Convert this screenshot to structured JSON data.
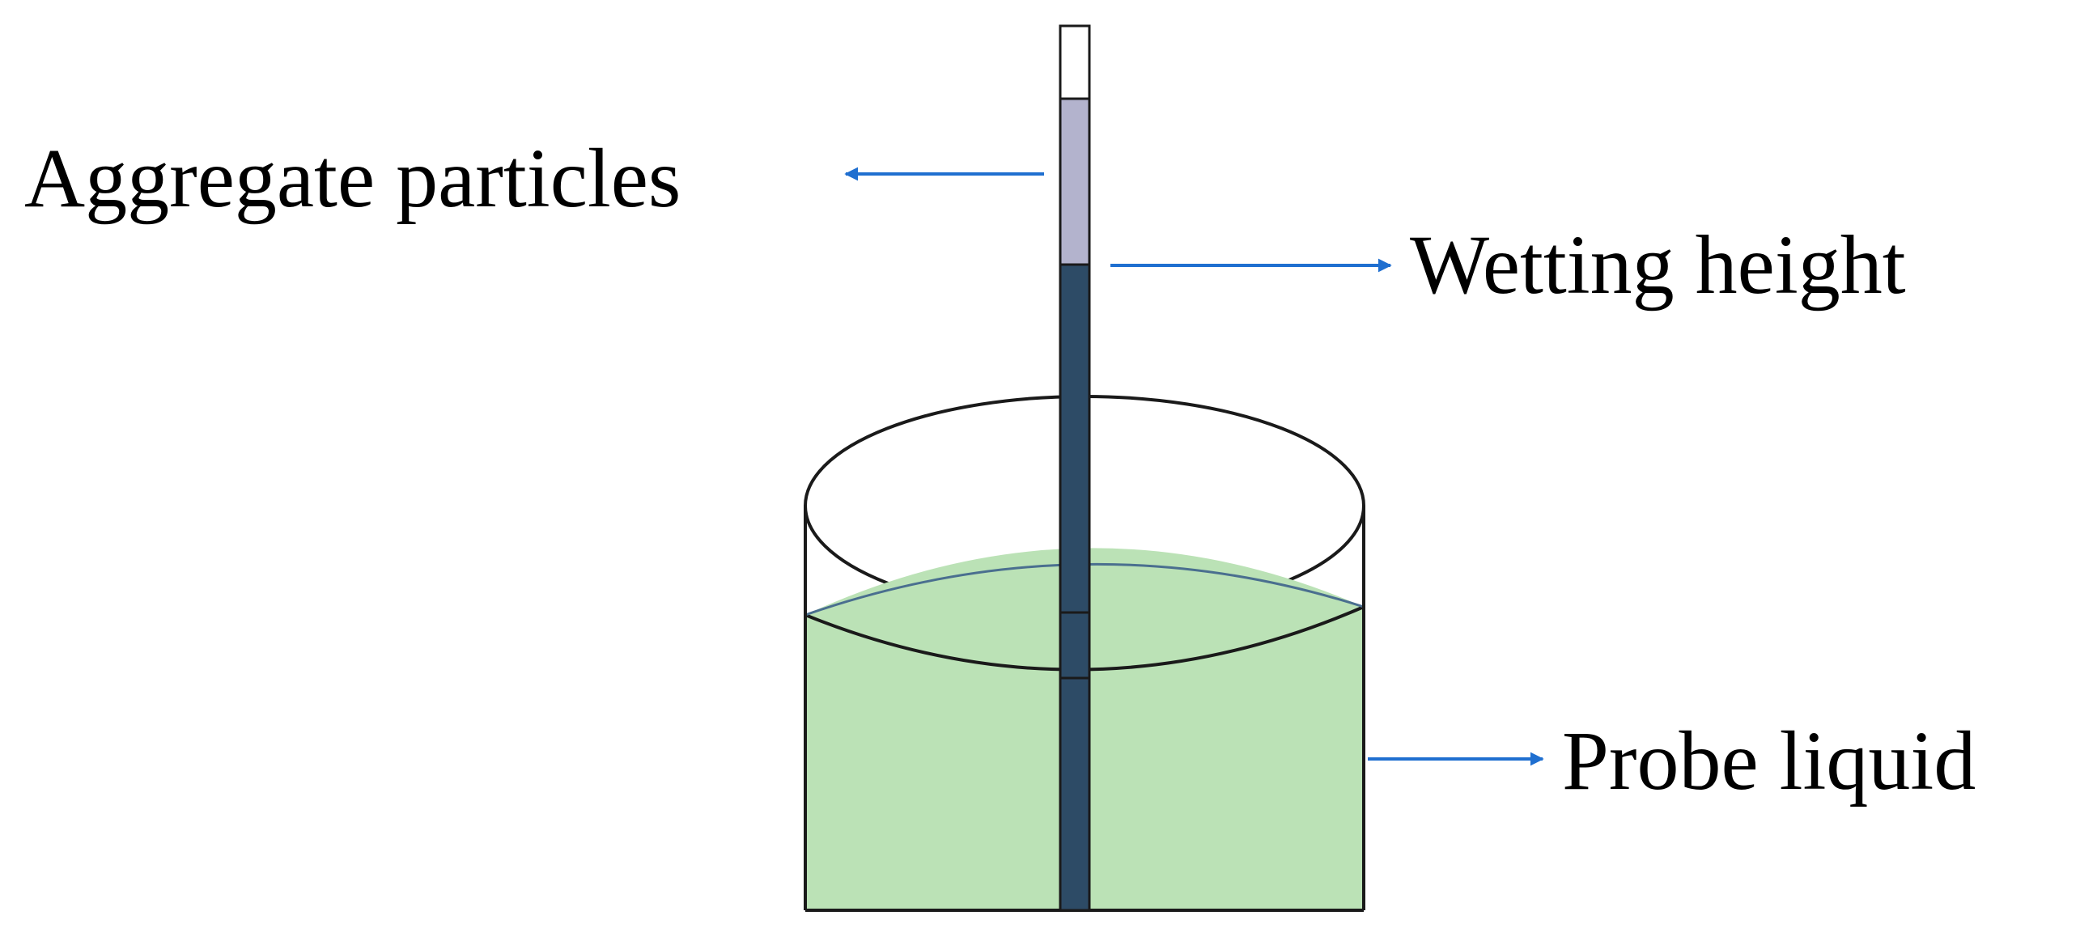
{
  "labels": {
    "aggregate_particles": "Aggregate particles",
    "wetting_height": "Wetting height",
    "probe_liquid": "Probe liquid"
  },
  "colors": {
    "liquid_fill": "#bbe2b6",
    "tube_wetted": "#2d4b66",
    "tube_dry": "#b3b3cd",
    "tube_empty": "#ffffff",
    "arrow": "#1f6fd0",
    "outline": "#1a1a1a"
  },
  "wetting_fraction": 0.63
}
